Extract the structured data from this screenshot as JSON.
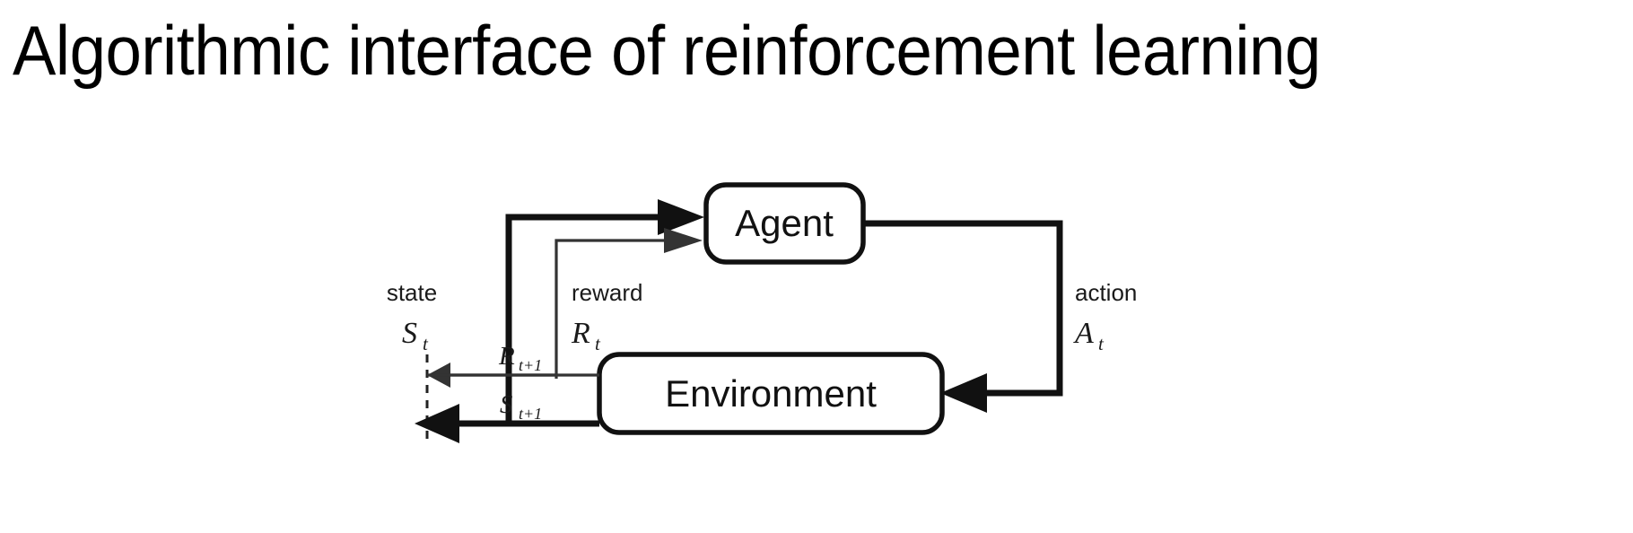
{
  "slide": {
    "title": "Algorithmic interface of reinforcement learning",
    "background_color": "#ffffff",
    "text_color": "#000000"
  },
  "diagram": {
    "name": "agent-environment-interaction-loop",
    "type": "reinforcement-learning-loop",
    "nodes": [
      {
        "id": "agent",
        "label": "Agent",
        "shape": "rounded-rectangle"
      },
      {
        "id": "environment",
        "label": "Environment",
        "shape": "rounded-rectangle"
      }
    ],
    "edge_labels": {
      "state_word": "state",
      "state_symbol": "S",
      "state_subscript": "t",
      "reward_word": "reward",
      "reward_symbol": "R",
      "reward_subscript": "t",
      "action_word": "action",
      "action_symbol": "A",
      "action_subscript": "t",
      "next_reward_symbol": "R",
      "next_reward_subscript": "t+1",
      "next_state_symbol": "S",
      "next_state_subscript": "t+1"
    },
    "edges": [
      {
        "id": "state-to-agent",
        "from": "environment",
        "to": "agent",
        "label": "state S_t",
        "weight": "thick"
      },
      {
        "id": "reward-to-agent",
        "from": "environment",
        "to": "agent",
        "label": "reward R_t",
        "weight": "thin"
      },
      {
        "id": "action-to-environment",
        "from": "agent",
        "to": "environment",
        "label": "action A_t",
        "weight": "thick"
      },
      {
        "id": "next-reward-out",
        "from": "environment",
        "to": "time-boundary",
        "label": "R_t+1",
        "weight": "thin"
      },
      {
        "id": "next-state-out",
        "from": "environment",
        "to": "time-boundary",
        "label": "S_t+1",
        "weight": "thick"
      }
    ],
    "time_boundary": {
      "id": "time-step-divider",
      "style": "dashed-vertical-line"
    },
    "colors": {
      "line": "#111111",
      "thin_line": "#333333",
      "box_fill": "#ffffff",
      "box_stroke": "#111111",
      "label_text": "#1a1a1a"
    }
  }
}
